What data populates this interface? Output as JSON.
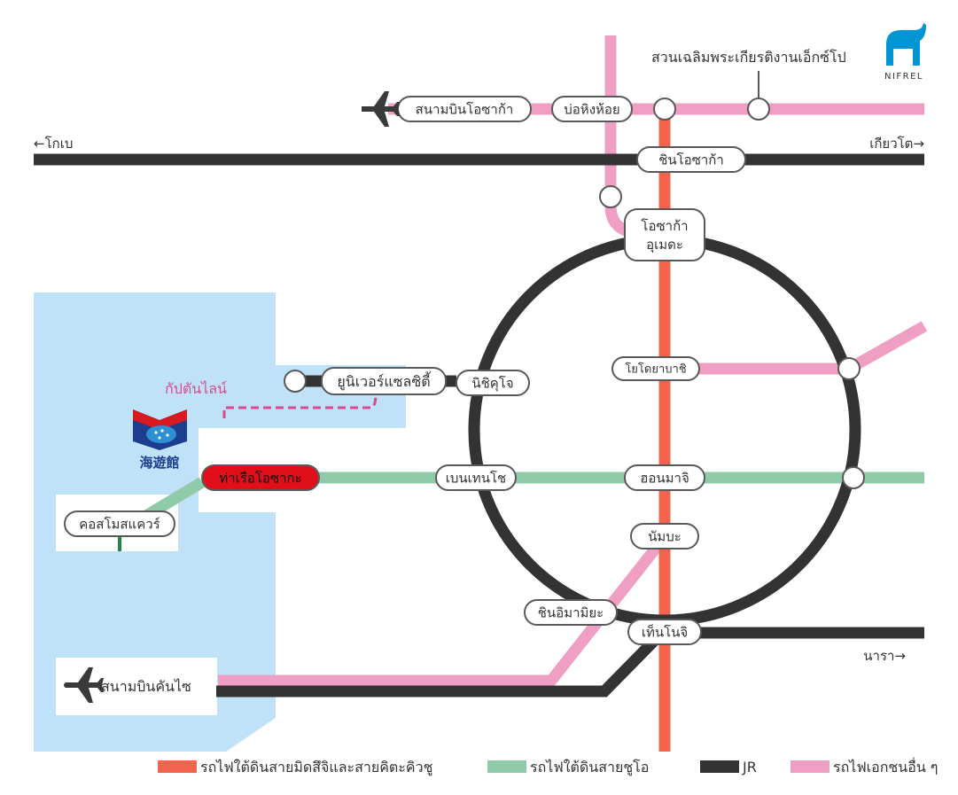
{
  "colors": {
    "jr": "#333333",
    "midosuji": "#f26350",
    "chuo": "#8fcaa9",
    "private": "#f09fc4",
    "sea": "#bfe2f8",
    "port_label": "#e10f1a",
    "captain_line": "#d94b8e",
    "nifrel": "#0096d6"
  },
  "directions": {
    "kobe": "←โกเบ",
    "kyoto": "เกียวโต→",
    "nara": "นารา→"
  },
  "stations": {
    "itami_airport": "สนามบินโอซาก้า",
    "hotarugaike": "บ่อหิงห้อย",
    "expocity": "สวนเฉลิมพระเกียรติงานเอ็กซ์โป",
    "shin_osaka": "ชินโอซาก้า",
    "osaka_umeda": "โอซาก้า\nอุเมดะ",
    "universal_city": "ยูนิเวอร์แซลซิตี้",
    "nishikujo": "นิชิคุโจ",
    "yodoyabashi": "โยโดยาบาชิ",
    "bentencho": "เบนเทนโช",
    "hommachi": "ฮอนมาจิ",
    "osakako": "ท่าเรือโอซากะ",
    "cosmo_square": "คอสโมสแควร์",
    "namba": "นัมบะ",
    "shin_imamiya": "ชินอิมามิยะ",
    "tennoji": "เท็นโนจิ",
    "kansai_airport": "สนามบินคันไซ"
  },
  "captain_line": "กัปตันไลน์",
  "kaiyukan_kanji": "海遊館",
  "nifrel_logo": "NIFREL",
  "icons": {
    "airplane": "airplane-icon",
    "kaiyukan": "kaiyukan-logo-icon",
    "nifrel": "nifrel-logo-icon"
  },
  "legend": [
    {
      "label": "รถไฟใต้ดินสายมิดสึจิและสายคิตะคิวชู",
      "color": "#f26350"
    },
    {
      "label": "รถไฟใต้ดินสายชูโอ",
      "color": "#8fcaa9"
    },
    {
      "label": "JR",
      "color": "#333333"
    },
    {
      "label": "รถไฟเอกชนอื่น ๆ",
      "color": "#f09fc4"
    }
  ]
}
